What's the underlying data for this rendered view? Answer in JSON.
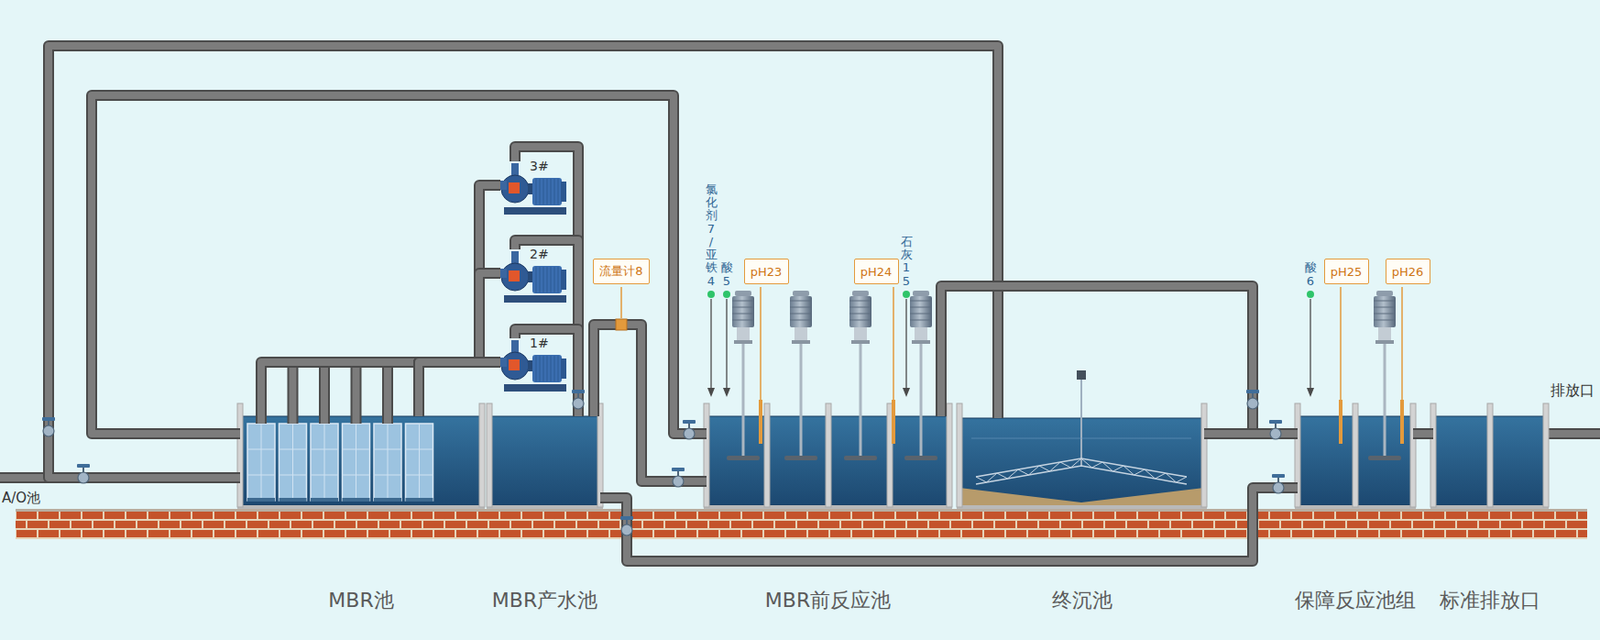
{
  "diagram": {
    "nodes": [
      {
        "text": [
          "MBR池"
        ]
      },
      {
        "text": [
          "MBR产水池"
        ]
      },
      {
        "text": [
          "MBR前反应池"
        ]
      },
      {
        "text": [
          "终沉池"
        ]
      },
      {
        "text": [
          "保障反应池组"
        ]
      },
      {
        "text": [
          "标准排放口"
        ]
      },
      {
        "text": [
          "3#"
        ]
      },
      {
        "text": [
          "2#"
        ]
      },
      {
        "text": [
          "1#"
        ]
      },
      {
        "text": [
          "流量计8"
        ]
      },
      {
        "text": [
          "pH23"
        ]
      },
      {
        "text": [
          "pH24"
        ]
      },
      {
        "text": [
          "pH25"
        ]
      },
      {
        "text": [
          "pH26"
        ]
      }
    ],
    "edges": [
      {
        "from": 0,
        "to": 6,
        "arrow": "none"
      },
      {
        "from": 0,
        "to": 7,
        "arrow": "none"
      },
      {
        "from": 0,
        "to": 8,
        "arrow": "none"
      },
      {
        "from": 6,
        "to": 1,
        "arrow": "none"
      },
      {
        "from": 7,
        "to": 1,
        "arrow": "none"
      },
      {
        "from": 8,
        "to": 1,
        "arrow": "none"
      },
      {
        "from": 1,
        "to": 2,
        "arrow": "none"
      },
      {
        "from": 1,
        "to": 4,
        "arrow": "none"
      },
      {
        "from": 2,
        "to": 0,
        "arrow": "none"
      },
      {
        "from": 3,
        "to": 0,
        "arrow": "none"
      },
      {
        "from": 2,
        "to": 4,
        "arrow": "none"
      },
      {
        "from": 3,
        "to": 4,
        "arrow": "none"
      },
      {
        "from": 4,
        "to": 5,
        "arrow": "none"
      }
    ],
    "labels": [
      "A/O池",
      "排放口",
      "氯化剂7 / 亚铁4",
      "酸5",
      "石灰15",
      "酸6"
    ]
  }
}
